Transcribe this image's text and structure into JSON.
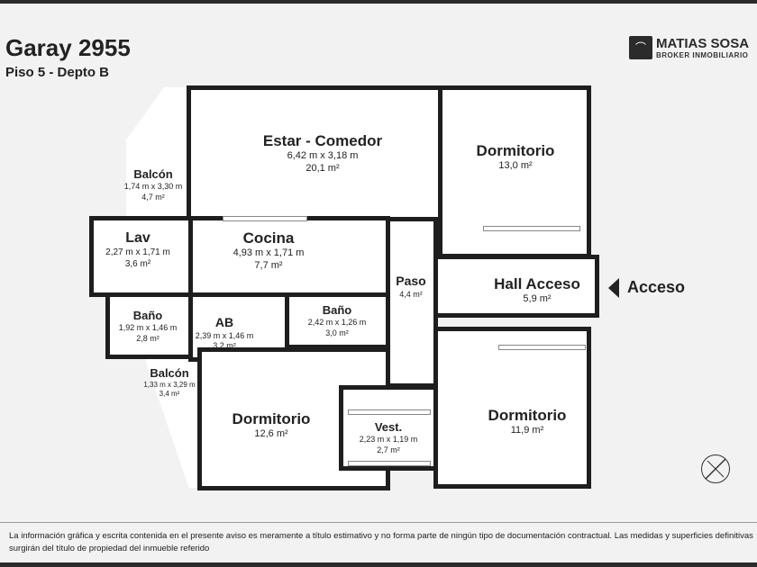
{
  "header": {
    "title": "Garay 2955",
    "subtitle": "Piso 5 - Depto B"
  },
  "logo": {
    "name": "MATIAS SOSA",
    "tagline": "BROKER INMOBILIARIO"
  },
  "rooms": [
    {
      "name": "Estar - Comedor",
      "dims": "6,42 m x 3,18 m",
      "area": "20,1 m²"
    },
    {
      "name": "Dormitorio",
      "dims": "",
      "area": "13,0 m²"
    },
    {
      "name": "Balcón",
      "dims": "1,74 m x 3,30 m",
      "area": "4,7 m²"
    },
    {
      "name": "Lav",
      "dims": "2,27 m x 1,71 m",
      "area": "3,6 m²"
    },
    {
      "name": "Cocina",
      "dims": "4,93 m x 1,71 m",
      "area": "7,7 m²"
    },
    {
      "name": "Paso",
      "dims": "",
      "area": "4,4 m²"
    },
    {
      "name": "Hall Acceso",
      "dims": "",
      "area": "5,9 m²"
    },
    {
      "name": "Baño",
      "dims": "1,92 m x 1,46 m",
      "area": "2,8 m²"
    },
    {
      "name": "AB",
      "dims": "2,39 m x 1,46 m",
      "area": "3,2 m²"
    },
    {
      "name": "Baño",
      "dims": "2,42 m x 1,26 m",
      "area": "3,0 m²"
    },
    {
      "name": "Balcón",
      "dims": "1,33 m x 3,29 m",
      "area": "3,4 m²"
    },
    {
      "name": "Dormitorio",
      "dims": "",
      "area": "12,6 m²"
    },
    {
      "name": "Vest.",
      "dims": "2,23 m x 1,19 m",
      "area": "2,7 m²"
    },
    {
      "name": "Dormitorio",
      "dims": "",
      "area": "11,9 m²"
    }
  ],
  "access_label": "Acceso",
  "disclaimer": [
    "La información gráfica y escrita contenida en el presente aviso es meramente a título estimativo y no forma parte de ningún tipo de documentación contractual. Las medidas y superficies definitivas",
    "surgirán del título de propiedad del inmueble referido"
  ]
}
